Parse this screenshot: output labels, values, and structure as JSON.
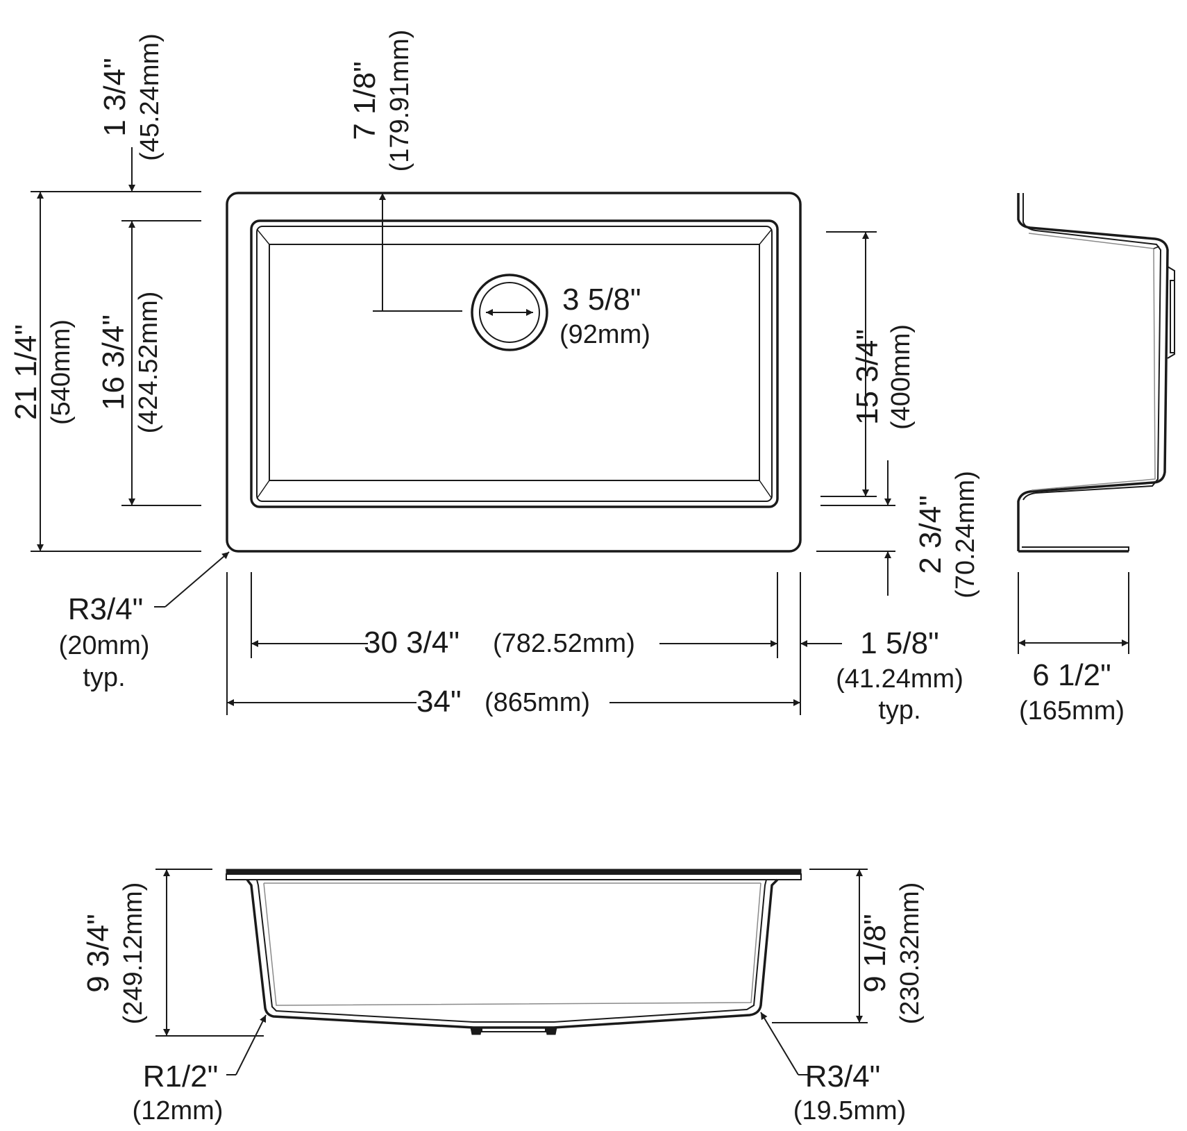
{
  "plan_view": {
    "overall_width": {
      "inch": "34\"",
      "mm": "(865mm)"
    },
    "bowl_width": {
      "inch": "30 3/4\"",
      "mm": "(782.52mm)"
    },
    "side_rim": {
      "inch": "1 5/8\"",
      "mm": "(41.24mm)",
      "note": "typ."
    },
    "overall_depth": {
      "inch": "21 1/4\"",
      "mm": "(540mm)"
    },
    "bowl_depth": {
      "inch": "16 3/4\"",
      "mm": "(424.52mm)"
    },
    "back_rim": {
      "inch": "1 3/4\"",
      "mm": "(45.24mm)"
    },
    "drain_offset": {
      "inch": "7 1/8\"",
      "mm": "(179.91mm)"
    },
    "drain_diameter": {
      "inch": "3 5/8\"",
      "mm": "(92mm)"
    },
    "floor_depth": {
      "inch": "15 3/4\"",
      "mm": "(400mm)"
    },
    "front_rim": {
      "inch": "2 3/4\"",
      "mm": "(70.24mm)"
    },
    "corner_radius": {
      "inch": "R3/4\"",
      "mm": "(20mm)",
      "note": "typ."
    }
  },
  "side_view": {
    "depth": {
      "inch": "6 1/2\"",
      "mm": "(165mm)"
    }
  },
  "front_view": {
    "left_height": {
      "inch": "9 3/4\"",
      "mm": "(249.12mm)"
    },
    "right_height": {
      "inch": "9 1/8\"",
      "mm": "(230.32mm)"
    },
    "left_radius": {
      "inch": "R1/2\"",
      "mm": "(12mm)"
    },
    "right_radius": {
      "inch": "R3/4\"",
      "mm": "(19.5mm)"
    }
  }
}
